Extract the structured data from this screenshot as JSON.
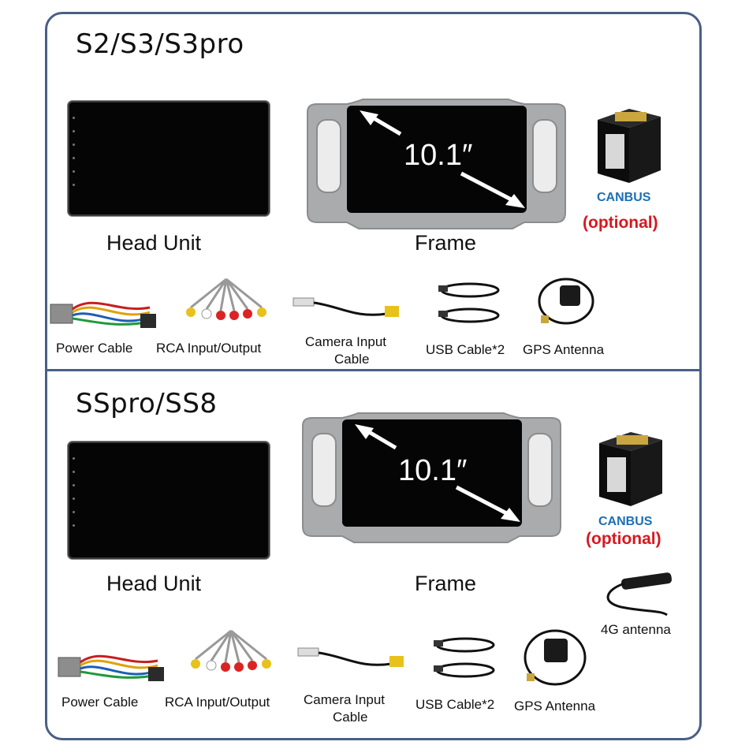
{
  "colors": {
    "border": "#4a5f86",
    "canbus": "#1b6fb5",
    "optional": "#d7181f"
  },
  "packages": [
    {
      "title": "S2/S3/S3pro",
      "head_unit_label": "Head Unit",
      "frame_label": "Frame",
      "screen_size": "10.1″",
      "canbus_label": "CANBUS",
      "optional_label": "(optional)",
      "accessories": {
        "power_cable": "Power Cable",
        "rca": "RCA Input/Output",
        "camera_line1": "Camera Input",
        "camera_line2": "Cable",
        "usb": "USB Cable*2",
        "gps": "GPS Antenna"
      }
    },
    {
      "title": "SSpro/SS8",
      "head_unit_label": "Head Unit",
      "frame_label": "Frame",
      "screen_size": "10.1″",
      "canbus_label": "CANBUS",
      "optional_label": "(optional)",
      "antenna_4g": "4G antenna",
      "accessories": {
        "power_cable": "Power Cable",
        "rca": "RCA Input/Output",
        "camera_line1": "Camera Input",
        "camera_line2": "Cable",
        "usb": "USB Cable*2",
        "gps": "GPS Antenna"
      }
    }
  ]
}
